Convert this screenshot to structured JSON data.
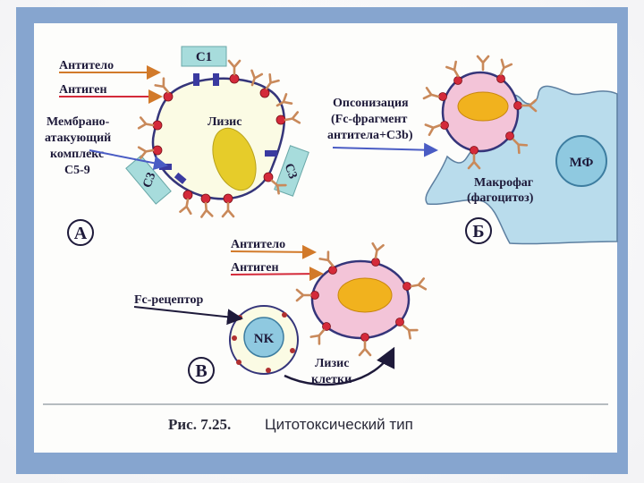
{
  "panel_a": {
    "letter": "А",
    "label_antibody": "Антитело",
    "label_antigen": "Антиген",
    "label_mac_1": "Мембрано-",
    "label_mac_2": "атакующий",
    "label_mac_3": "комплекс",
    "label_mac_4": "С5-9",
    "c1": "С1",
    "c3_left": "С3",
    "c3_right": "С3",
    "lysis": "Лизис"
  },
  "panel_b": {
    "letter": "Б",
    "opson_1": "Опсонизация",
    "opson_2": "(Fc-фрагмент",
    "opson_3": "антитела+С3b)",
    "macro_1": "Макрофаг",
    "macro_2": "(фагоцитоз)",
    "mf": "МФ"
  },
  "panel_v": {
    "letter": "В",
    "label_antibody": "Антитело",
    "label_antigen": "Антиген",
    "fc_receptor": "Fc-рецептор",
    "nk": "NK",
    "lysis_1": "Лизис",
    "lysis_2": "клетки"
  },
  "caption": {
    "number": "Рис. 7.25.",
    "text": "Цитотоксический тип"
  },
  "colors": {
    "frame_blue": "#86a5cf",
    "cell_pink": "#f3c4d8",
    "nucleus_yellow": "#e6cc2a",
    "macrophage_blue": "#b9dcec",
    "antibody_orange": "#cf8d5a",
    "antigen_red": "#d42a3a",
    "arrow_blue": "#4a5cc4",
    "arrow_orange": "#d27a2a"
  }
}
